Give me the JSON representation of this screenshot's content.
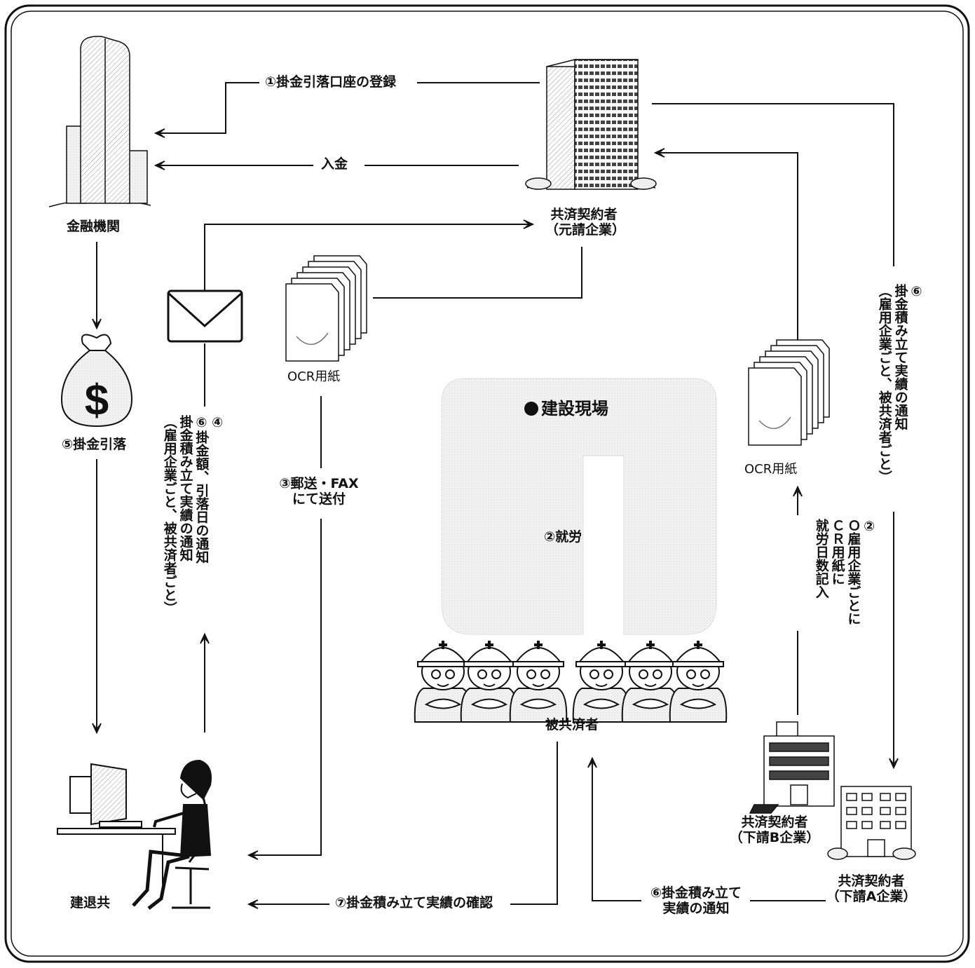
{
  "nodes": {
    "bank": "金融機関",
    "contractor_main": [
      "共済契約者",
      "（元請企業）"
    ],
    "sub_b": [
      "共済契約者",
      "（下請B企業）"
    ],
    "sub_a": [
      "共済契約者",
      "（下請A企業）"
    ],
    "kentaikyo": "建退共",
    "insured": "被共済者",
    "site_title": "建設現場",
    "ocr_left": "OCR用紙",
    "ocr_right": "OCR用紙"
  },
  "labels": {
    "step1": "①掛金引落口座の登録",
    "deposit": "入金",
    "step5": "⑤掛金引落",
    "step4_6_left": "④\n⑥掛金額、引落日の通知\n掛金積み立て実績の通知\n（雇用企業ごと、被共済者ごと）",
    "step3": [
      "③郵送・FAX",
      "にて送付"
    ],
    "step2_work": "②就労",
    "step2_right": "②\nＯ雇用企業ごとに\nＣＲ用紙に\n就労日数記入",
    "step6_right": "⑥\n掛金積み立て実績の通知\n（雇用企業ごと、被共済者ごと）",
    "step7": "⑦掛金積み立て実績の確認",
    "step6_bottom": [
      "⑥掛金積み立て",
      "実績の通知"
    ]
  },
  "icons": {
    "bank": "office-tower-icon",
    "contractor": "building-icon",
    "money": "money-bag-icon",
    "mail": "envelope-icon",
    "ocr": "document-stack-icon",
    "worker": "helmet-worker-icon",
    "computer": "computer-operator-icon"
  }
}
